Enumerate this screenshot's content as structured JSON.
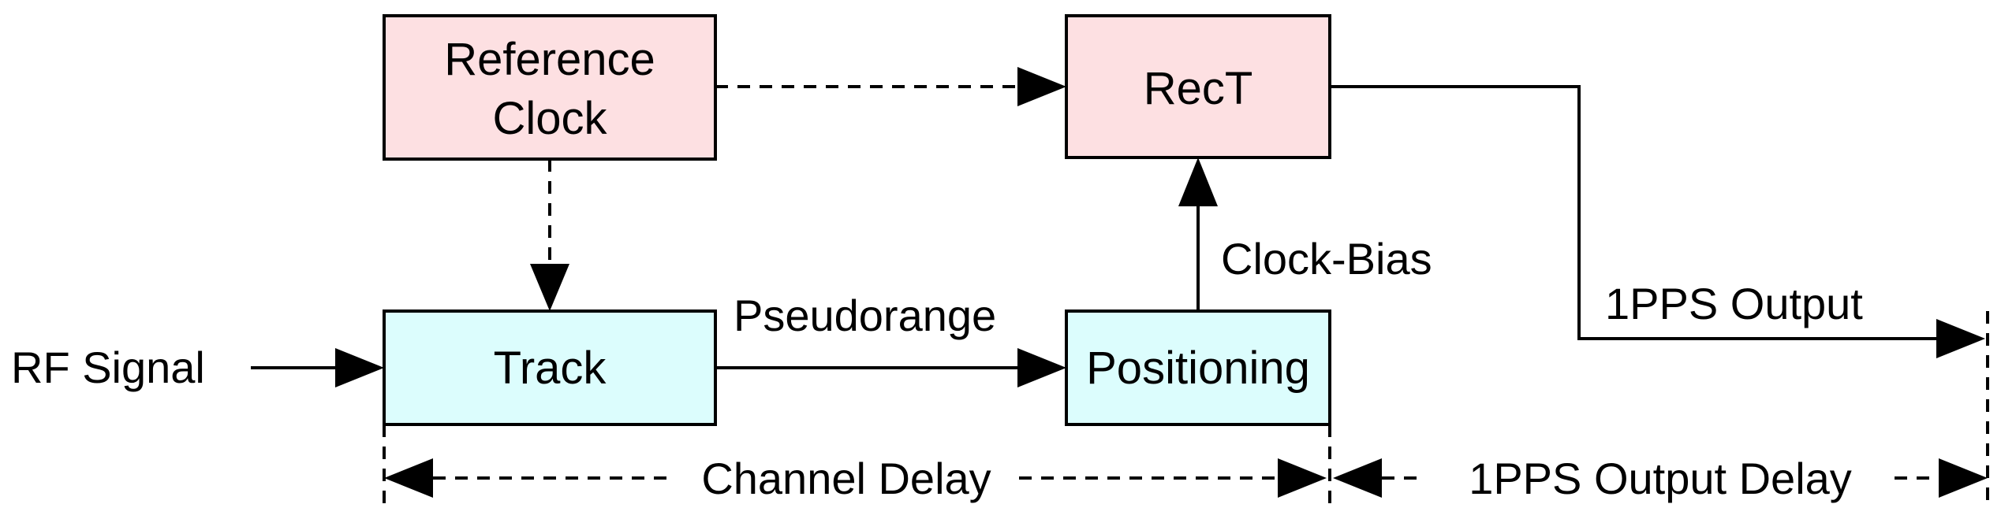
{
  "blocks": {
    "reference_clock": {
      "line1": "Reference",
      "line2": "Clock"
    },
    "rect": {
      "label": "RecT"
    },
    "track": {
      "label": "Track"
    },
    "positioning": {
      "label": "Positioning"
    }
  },
  "labels": {
    "rf_signal": "RF Signal",
    "pseudorange": "Pseudorange",
    "clock_bias": "Clock-Bias",
    "pps_output": "1PPS Output",
    "channel_delay": "Channel Delay",
    "pps_output_delay": "1PPS Output Delay"
  },
  "colors": {
    "clock_boxes": "#fde0e2",
    "processing_boxes": "#dcfdfd",
    "lines": "#000000"
  }
}
